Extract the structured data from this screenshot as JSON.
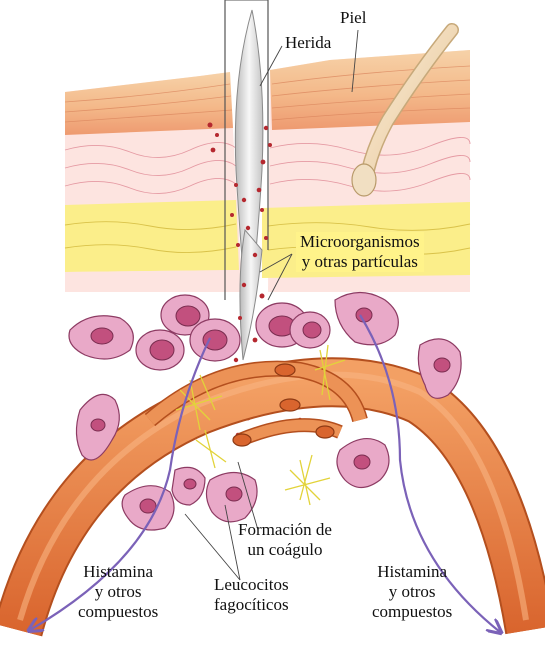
{
  "labels": {
    "skin": "Piel",
    "wound": "Herida",
    "microorganisms_line1": "Microorganismos",
    "microorganisms_line2": "y otras partículas",
    "histamine_left_line1": "Histamina",
    "histamine_left_line2": "y otros",
    "histamine_left_line3": "compuestos",
    "leukocytes_line1": "Leucocitos",
    "leukocytes_line2": "fagocíticos",
    "clot_line1": "Formación de",
    "clot_line2": "un coágulo",
    "histamine_right_line1": "Histamina",
    "histamine_right_line2": "y otros",
    "histamine_right_line3": "compuestos"
  },
  "colors": {
    "skin_top": "#f4b98a",
    "dermis": "#fde4e0",
    "fat": "#fbee8a",
    "cell_body": "#e9a9c8",
    "nucleus": "#c2507e",
    "vessel": "#e67f40",
    "arrow": "#7b62b8",
    "fibrin": "#e2d33a",
    "particle": "#b5282f"
  }
}
